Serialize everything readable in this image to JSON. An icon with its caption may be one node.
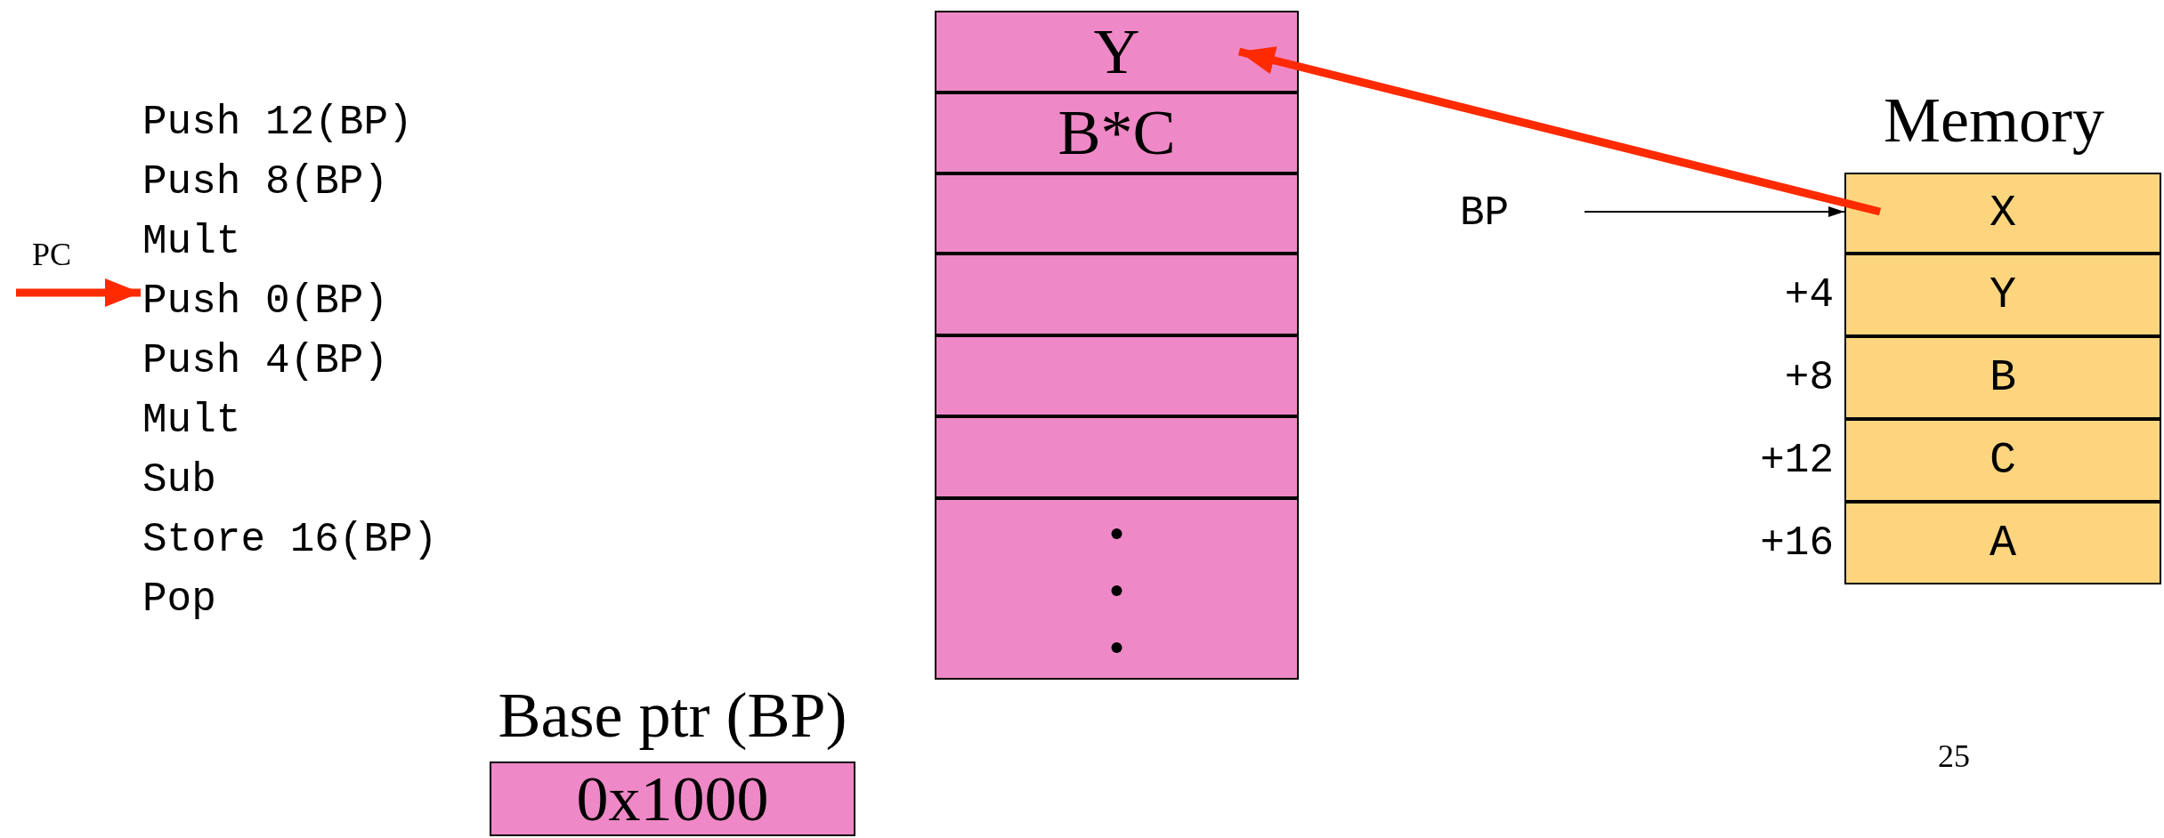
{
  "diagram": {
    "nodes": [
      {
        "text": [
          "PC"
        ]
      },
      {
        "text": [
          "Push 12(BP)"
        ]
      },
      {
        "text": [
          "Push 8(BP)"
        ]
      },
      {
        "text": [
          "Mult"
        ]
      },
      {
        "text": [
          "Push 0(BP)"
        ]
      },
      {
        "text": [
          "Push 4(BP)"
        ]
      },
      {
        "text": [
          "Mult"
        ]
      },
      {
        "text": [
          "Sub"
        ]
      },
      {
        "text": [
          "Store 16(BP)"
        ]
      },
      {
        "text": [
          "Pop"
        ]
      },
      {
        "text": [
          "Y"
        ]
      },
      {
        "text": [
          "B*C"
        ]
      },
      {
        "text": [],
        "shape": "box"
      },
      {
        "text": [],
        "shape": "box"
      },
      {
        "text": [],
        "shape": "box"
      },
      {
        "text": [],
        "shape": "box"
      },
      {
        "text": [],
        "shape": "box"
      },
      {
        "text": [
          "Base ptr (BP)",
          "0x1000"
        ]
      },
      {
        "text": [
          "BP"
        ]
      },
      {
        "text": [
          "X"
        ]
      },
      {
        "text": [
          "Y"
        ],
        "beside": [
          "+4"
        ]
      },
      {
        "text": [
          "B"
        ],
        "beside": [
          "+8"
        ]
      },
      {
        "text": [
          "C"
        ],
        "beside": [
          "+12"
        ]
      },
      {
        "text": [
          "A"
        ],
        "beside": [
          "+16"
        ]
      }
    ],
    "edges": [
      {
        "from": 0,
        "to": 4,
        "arrow": "to"
      },
      {
        "from": 18,
        "to": 19,
        "arrow": "to",
        "color": "#000000"
      },
      {
        "from": 19,
        "to": 10,
        "arrow": "to"
      }
    ],
    "labels": [
      "Memory",
      "25"
    ]
  }
}
